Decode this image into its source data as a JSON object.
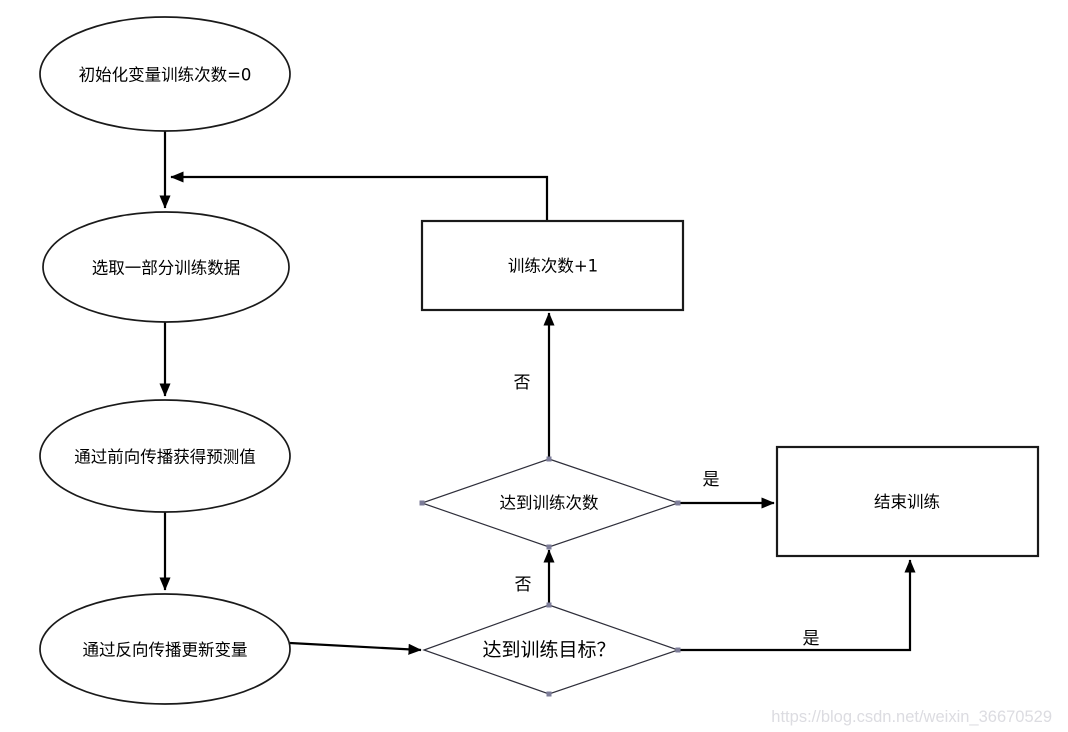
{
  "diagram": {
    "type": "flowchart",
    "nodes": {
      "init": {
        "label": "初始化变量训练次数=0",
        "shape": "ellipse"
      },
      "select": {
        "label": "选取一部分训练数据",
        "shape": "ellipse"
      },
      "forward": {
        "label": "通过前向传播获得预测值",
        "shape": "ellipse"
      },
      "backward": {
        "label": "通过反向传播更新变量",
        "shape": "ellipse"
      },
      "increment": {
        "label": "训练次数+1",
        "shape": "rect"
      },
      "check_count": {
        "label": "达到训练次数",
        "shape": "diamond"
      },
      "check_goal": {
        "label": "达到训练目标？",
        "shape": "diamond"
      },
      "finish": {
        "label": "结束训练",
        "shape": "rect"
      }
    },
    "edge_labels": {
      "count_no": "否",
      "goal_no": "否",
      "count_yes": "是",
      "goal_yes": "是"
    },
    "colors": {
      "shape_stroke": "#1a1a1a",
      "shape_fill": "#ffffff",
      "connector": "#000000",
      "diamond_stroke": "#2e2e3a",
      "connection_dot": "#7d7d99",
      "watermark": "#dcdce1",
      "background": "#ffffff"
    }
  },
  "watermark": {
    "text": "https://blog.csdn.net/weixin_36670529"
  }
}
